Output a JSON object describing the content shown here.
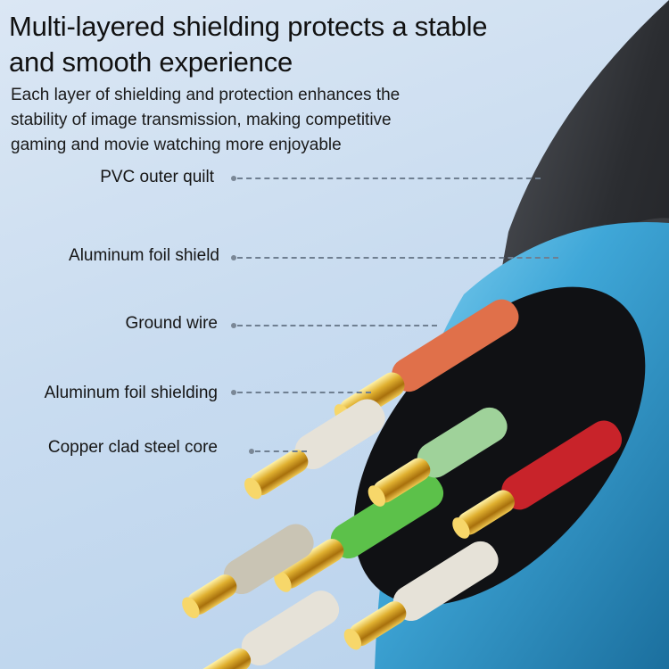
{
  "headline": {
    "line1": "Multi-layered shielding protects a stable",
    "line2": "and smooth experience"
  },
  "description": {
    "line1": "Each layer of shielding and protection enhances the",
    "line2": "stability of image transmission, making competitive",
    "line3": "gaming and movie watching more enjoyable"
  },
  "callouts": [
    {
      "label": "PVC outer quilt"
    },
    {
      "label": "Aluminum foil shield"
    },
    {
      "label": "Ground wire"
    },
    {
      "label": "Aluminum foil shielding"
    },
    {
      "label": "Copper clad steel core"
    }
  ],
  "colors": {
    "background": "#c9dcf0",
    "outer_jacket": "#2b2d31",
    "foil_shield": "#3fa7d8",
    "copper": "#d9a520",
    "orange_insulation": "#e0704a",
    "red_insulation": "#c8232a",
    "green_insulation": "#5cc14a",
    "white_insulation": "#e6e2d8"
  }
}
